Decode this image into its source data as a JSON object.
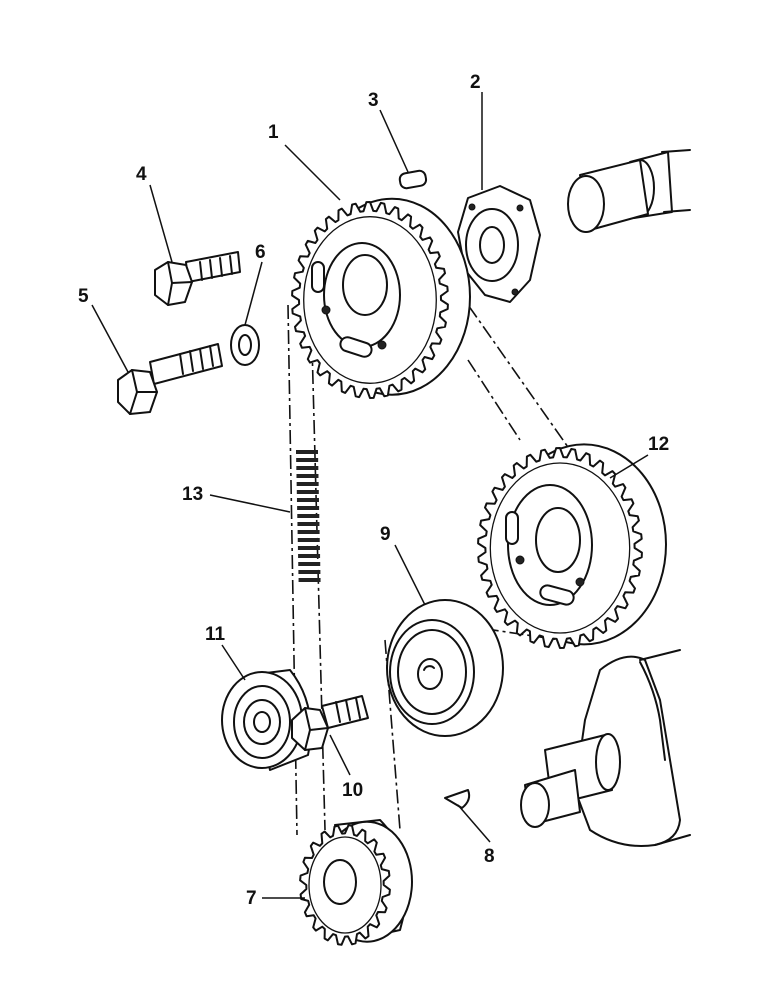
{
  "callouts": [
    {
      "id": "1",
      "label": "1"
    },
    {
      "id": "2",
      "label": "2"
    },
    {
      "id": "3",
      "label": "3"
    },
    {
      "id": "4",
      "label": "4"
    },
    {
      "id": "5",
      "label": "5"
    },
    {
      "id": "6",
      "label": "6"
    },
    {
      "id": "7",
      "label": "7"
    },
    {
      "id": "8",
      "label": "8"
    },
    {
      "id": "9",
      "label": "9"
    },
    {
      "id": "10",
      "label": "10"
    },
    {
      "id": "11",
      "label": "11"
    },
    {
      "id": "12",
      "label": "12"
    },
    {
      "id": "13",
      "label": "13"
    }
  ],
  "colors": {
    "ink": "#111111",
    "background": "#ffffff"
  }
}
